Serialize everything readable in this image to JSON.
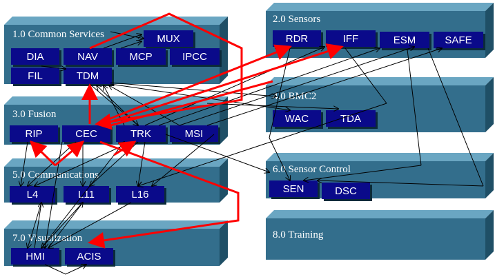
{
  "groups": [
    {
      "id": "g1",
      "title": "1.0 Common Services"
    },
    {
      "id": "g2",
      "title": "2.0 Sensors"
    },
    {
      "id": "g3",
      "title": "3.0 Fusion"
    },
    {
      "id": "g4",
      "title": "4.0 BMC2"
    },
    {
      "id": "g5",
      "title": "5.0 Communications"
    },
    {
      "id": "g6",
      "title": "6.0 Sensor Control"
    },
    {
      "id": "g7",
      "title": "7.0 Visualization"
    },
    {
      "id": "g8",
      "title": "8.0 Training"
    }
  ],
  "components": {
    "mux": "MUX",
    "dia": "DIA",
    "nav": "NAV",
    "mcp": "MCP",
    "ipcc": "IPCC",
    "fil": "FIL",
    "tdm": "TDM",
    "rdr": "RDR",
    "iff": "IFF",
    "esm": "ESM",
    "safe": "SAFE",
    "rip": "RIP",
    "cec": "CEC",
    "trk": "TRK",
    "msi": "MSI",
    "wac": "WAC",
    "tda": "TDA",
    "l4": "L4",
    "l11": "L11",
    "l16": "L16",
    "sen": "SEN",
    "dsc": "DSC",
    "hmi": "HMI",
    "acis": "ACIS"
  },
  "colors": {
    "slab_front": "#336e8c",
    "slab_top": "#6aa6c2",
    "slab_side": "#1f4f66",
    "component_fill": "#0a0a8a",
    "link_black": "#000000",
    "link_red": "#ff0000"
  }
}
